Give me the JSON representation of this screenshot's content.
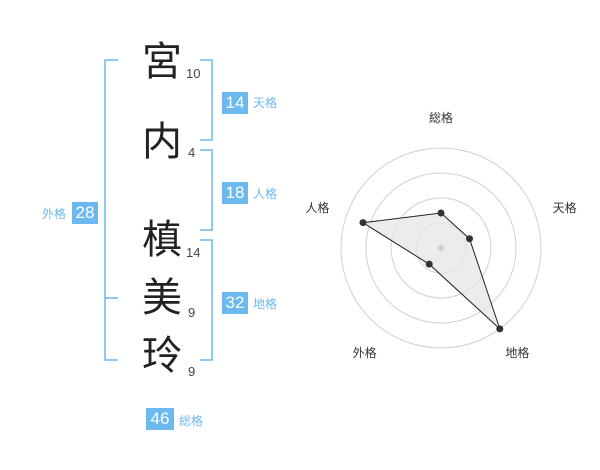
{
  "colors": {
    "accent": "#6cb9ef",
    "text": "#222222",
    "radar_fill": "#e6e6e6"
  },
  "name": {
    "characters": [
      {
        "char": "宮",
        "strokes": "10"
      },
      {
        "char": "内",
        "strokes": "4"
      },
      {
        "char": "槙",
        "strokes": "14"
      },
      {
        "char": "美",
        "strokes": "9"
      },
      {
        "char": "玲",
        "strokes": "9"
      }
    ]
  },
  "fortunes": {
    "tenkaku": {
      "value": "14",
      "label": "天格"
    },
    "jinkaku": {
      "value": "18",
      "label": "人格"
    },
    "chikaku": {
      "value": "32",
      "label": "地格"
    },
    "gaikaku": {
      "value": "28",
      "label": "外格"
    },
    "soukaku": {
      "value": "46",
      "label": "総格"
    }
  },
  "chart_data": {
    "type": "radar",
    "axes": [
      "総格",
      "天格",
      "地格",
      "外格",
      "人格"
    ],
    "values": [
      0.35,
      0.3,
      1.0,
      0.2,
      0.82
    ],
    "rings": 4,
    "range": [
      0,
      1
    ]
  }
}
